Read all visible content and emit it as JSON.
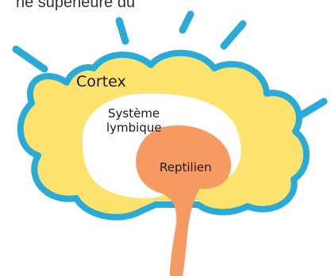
{
  "header": {
    "text": "ne supérieure du"
  },
  "regions": {
    "cortex": {
      "label": "Cortex",
      "color": "#fbe36e",
      "outline": "#2aaad6"
    },
    "limbic": {
      "label_line1": "Système",
      "label_line2": "lymbique",
      "color": "#ffffff"
    },
    "reptilian": {
      "label": "Reptilien",
      "color": "#f59a62"
    }
  },
  "colors": {
    "rays": "#2aaad6"
  }
}
